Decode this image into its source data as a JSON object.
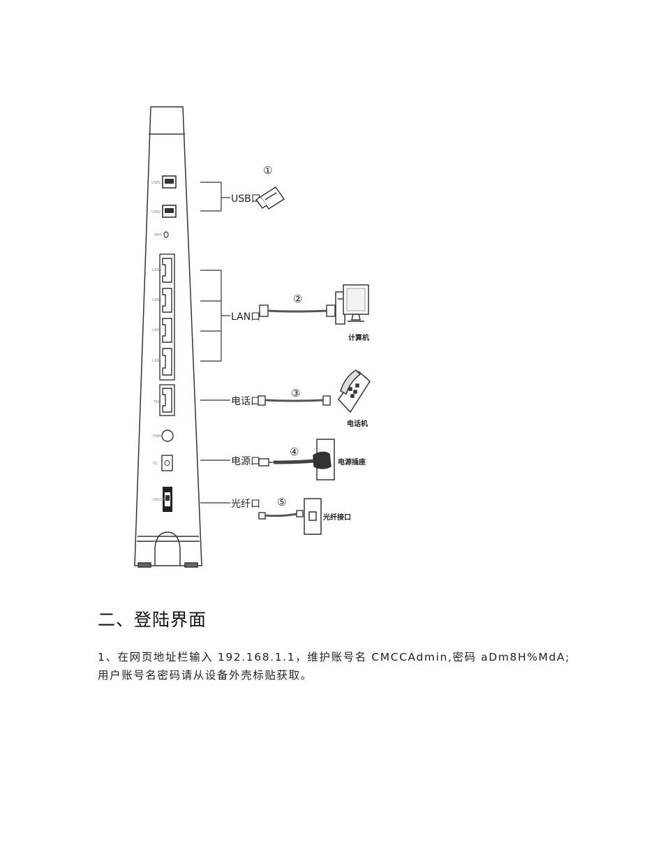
{
  "figure": {
    "device_port_labels": [
      "USB1",
      "USB2",
      "WPS",
      "LAN4",
      "LAN3",
      "LAN2",
      "LAN1",
      "TEL",
      "PWR",
      "DC",
      "ON/OFF"
    ],
    "callouts": {
      "usb": {
        "label": "USB口",
        "number": "①"
      },
      "lan": {
        "label": "LAN口",
        "number": "②",
        "device": "计算机"
      },
      "phone": {
        "label": "电话口",
        "number": "③",
        "device": "电话机"
      },
      "power": {
        "label": "电源口",
        "number": "④",
        "device": "电源插座"
      },
      "fiber": {
        "label": "光纤口",
        "number": "⑤",
        "device": "光纤接口"
      }
    }
  },
  "section": {
    "heading": "二、登陆界面",
    "paragraph": "1、在网页地址栏输入 192.168.1.1，维护账号名 CMCCAdmin,密码 aDm8H%MdA;用户账号名密码请从设备外壳标贴获取。"
  }
}
